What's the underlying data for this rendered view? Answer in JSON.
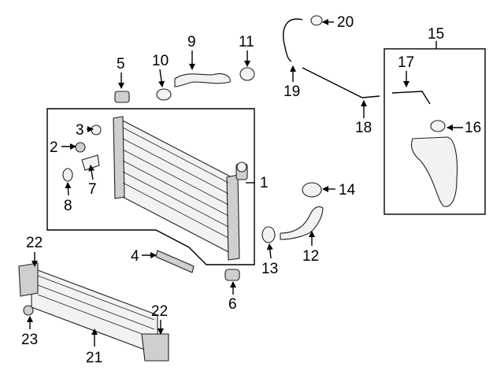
{
  "callouts": {
    "c1": "1",
    "c2": "2",
    "c3": "3",
    "c4": "4",
    "c5": "5",
    "c6": "6",
    "c7": "7",
    "c8": "8",
    "c9": "9",
    "c10": "10",
    "c11": "11",
    "c12": "12",
    "c13": "13",
    "c14": "14",
    "c15": "15",
    "c16": "16",
    "c17": "17",
    "c18": "18",
    "c19": "19",
    "c20": "20",
    "c21": "21",
    "c22a": "22",
    "c22b": "22",
    "c23": "23"
  }
}
